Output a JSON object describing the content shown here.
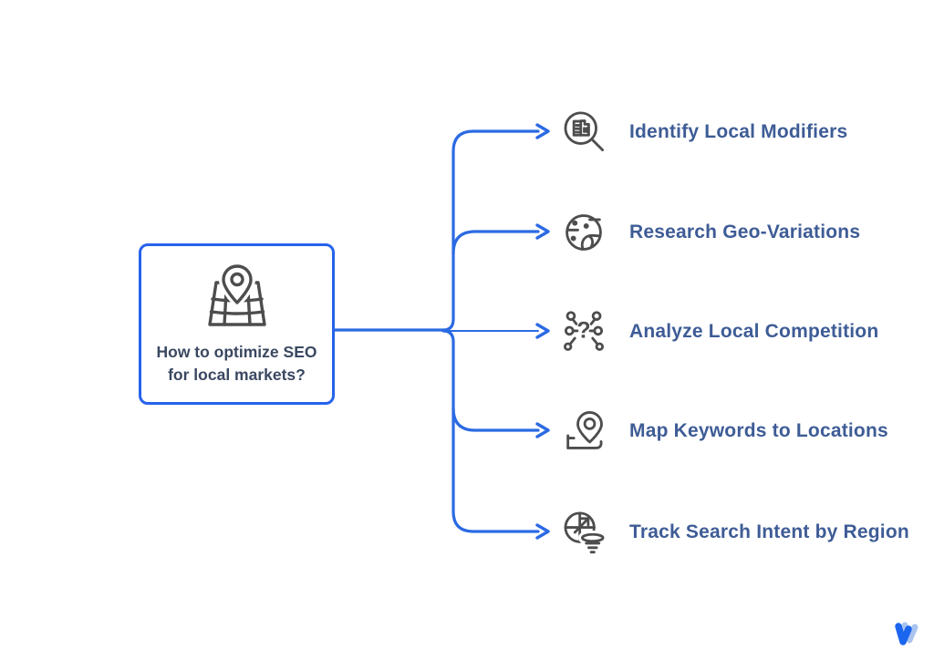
{
  "center": {
    "title_line1": "How to optimize SEO",
    "title_line2": "for local markets?",
    "icon": "map-pin-icon"
  },
  "branches": [
    {
      "label": "Identify Local Modifiers",
      "icon": "magnifier-document-icon"
    },
    {
      "label": "Research Geo-Variations",
      "icon": "globe-icon"
    },
    {
      "label": "Analyze Local Competition",
      "icon": "network-question-icon"
    },
    {
      "label": "Map Keywords to Locations",
      "icon": "pin-hand-icon"
    },
    {
      "label": "Track Search Intent by Region",
      "icon": "globe-funnel-icon"
    }
  ],
  "colors": {
    "connector_blue": "#2b6ae3",
    "box_border_blue": "#2563eb",
    "label_text": "#3e5c96",
    "center_text": "#3a4861",
    "icon_stroke": "#4d4d4d",
    "logo_blue": "#1b66ee",
    "logo_light_blue": "#aac4f0",
    "background": "#ffffff"
  }
}
